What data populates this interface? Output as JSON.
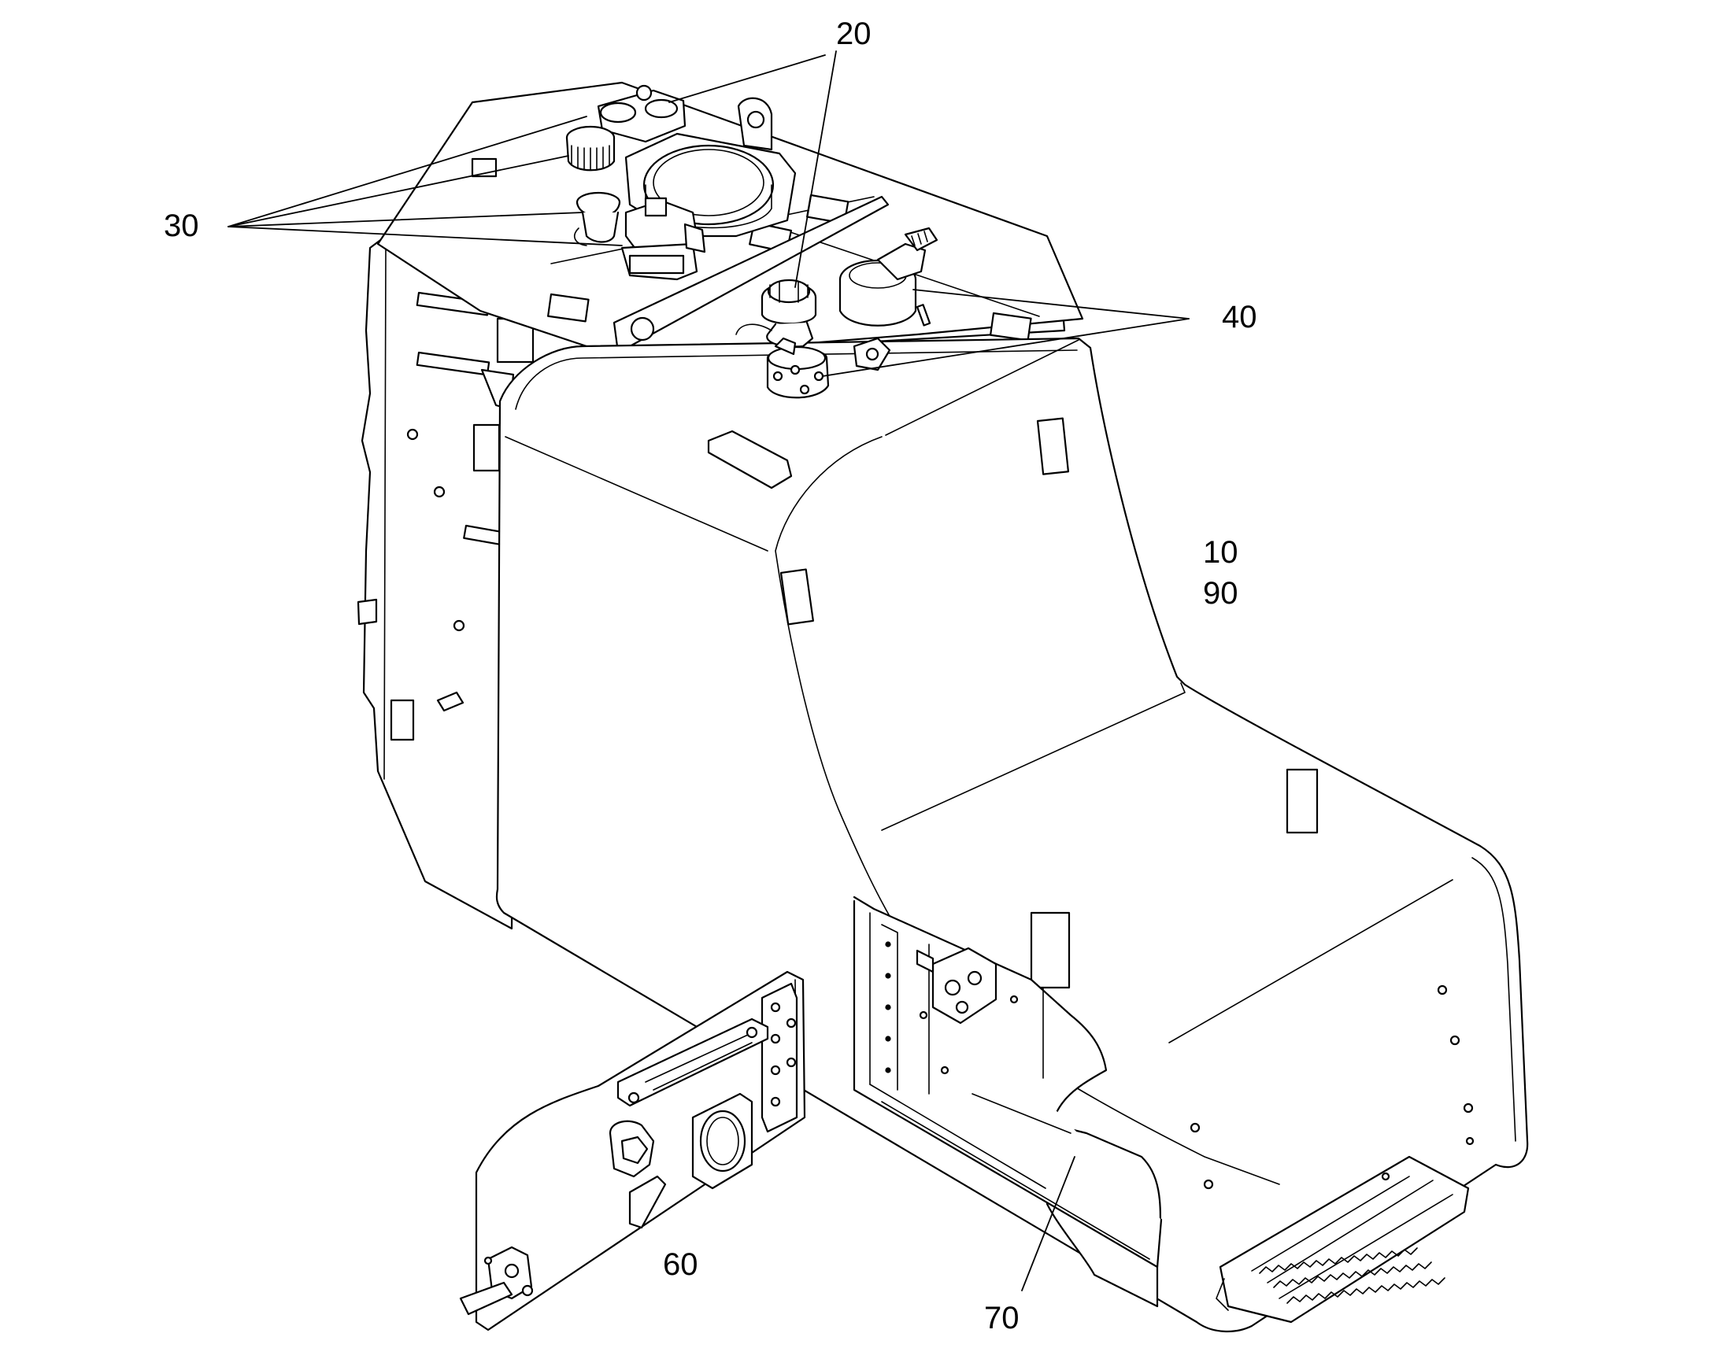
{
  "callouts": {
    "c10": "10",
    "c20": "20",
    "c30": "30",
    "c40": "40",
    "c60": "60",
    "c70": "70",
    "c90": "90"
  },
  "colors": {
    "line": "#000000",
    "background": "#ffffff"
  }
}
